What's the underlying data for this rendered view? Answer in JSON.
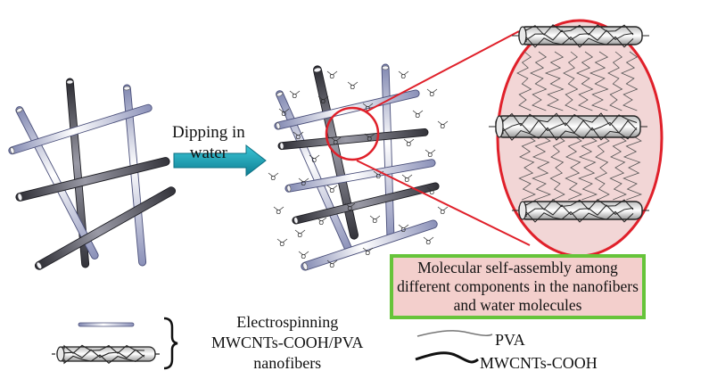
{
  "diagram": {
    "arrow_label_lines": [
      "Dipping in",
      "water"
    ],
    "box_text_lines": [
      "Molecular self-assembly among",
      "different components in the nanofibers",
      "and water molecules"
    ],
    "legend": {
      "fiber_label_lines": [
        "Electrospinning",
        "MWCNTs-COOH/PVA",
        "nanofibers"
      ],
      "pva_label": "PVA",
      "cnt_label": "MWCNTs-COOH"
    },
    "water_label": "O",
    "colors": {
      "arrow": "#1aa3b5",
      "circle": "#e0202a",
      "box_border": "#66c43a",
      "box_fill": "#f3cfcc"
    }
  }
}
